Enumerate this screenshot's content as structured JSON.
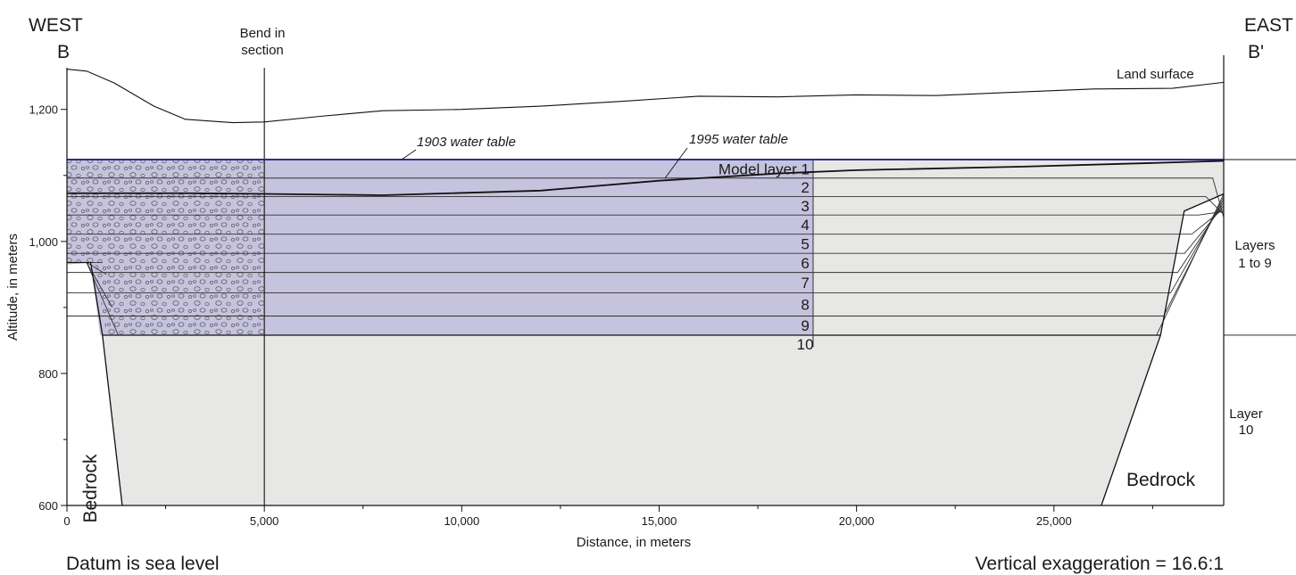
{
  "direction_labels": {
    "west": "WEST",
    "west_point": "B",
    "east": "EAST",
    "east_point": "B'"
  },
  "bend_label": [
    "Bend in",
    "section"
  ],
  "land_surface_label": "Land surface",
  "water_table_1903_label": "1903 water table",
  "water_table_1995_label": "1995 water table",
  "model_layer_labels": [
    "Model layer 1",
    "2",
    "3",
    "4",
    "5",
    "6",
    "7",
    "8",
    "9",
    "10"
  ],
  "layers_label": [
    "Layers",
    "1 to 9"
  ],
  "layer10_label": [
    "Layer",
    "10"
  ],
  "bedrock_label": "Bedrock",
  "y_axis": {
    "label": "Altitude, in meters",
    "range": [
      600,
      1280
    ],
    "ticks": [
      {
        "value": 600,
        "label": "600"
      },
      {
        "value": 800,
        "label": "800"
      },
      {
        "value": 1000,
        "label": "1,000"
      },
      {
        "value": 1200,
        "label": "1,200"
      }
    ],
    "minor_ticks": [
      700,
      900,
      1100
    ]
  },
  "x_axis": {
    "label": "Distance, in meters",
    "range": [
      0,
      29300
    ],
    "ticks": [
      {
        "value": 0,
        "label": "0"
      },
      {
        "value": 5000,
        "label": "5,000"
      },
      {
        "value": 10000,
        "label": "10,000"
      },
      {
        "value": 15000,
        "label": "15,000"
      },
      {
        "value": 20000,
        "label": "20,000"
      },
      {
        "value": 25000,
        "label": "25,000"
      }
    ],
    "minor_ticks": [
      2500,
      7500,
      12500,
      17500,
      22500,
      27500
    ]
  },
  "datum_note": "Datum is sea level",
  "exaggeration_note": "Vertical exaggeration = 16.6:1",
  "colors": {
    "active_fill": "#c6c3de",
    "inactive_fill": "#e7e8e6",
    "water_table_1903": "#2b2f8c",
    "line": "#1a1a1a"
  },
  "profiles": {
    "land_surface": [
      [
        0,
        1261
      ],
      [
        500,
        1258
      ],
      [
        1200,
        1240
      ],
      [
        2200,
        1205
      ],
      [
        3000,
        1185
      ],
      [
        4200,
        1180
      ],
      [
        5000,
        1181
      ],
      [
        6500,
        1190
      ],
      [
        8000,
        1198
      ],
      [
        10000,
        1200
      ],
      [
        12000,
        1205
      ],
      [
        14000,
        1212
      ],
      [
        16000,
        1220
      ],
      [
        18000,
        1219
      ],
      [
        20000,
        1222
      ],
      [
        22000,
        1221
      ],
      [
        24000,
        1226
      ],
      [
        26000,
        1231
      ],
      [
        28000,
        1232
      ],
      [
        29300,
        1241
      ]
    ],
    "water_table_1903": [
      [
        0,
        1124
      ],
      [
        29300,
        1124
      ]
    ],
    "water_table_1995": [
      [
        0,
        1073
      ],
      [
        3000,
        1073
      ],
      [
        5000,
        1072
      ],
      [
        8000,
        1070
      ],
      [
        12000,
        1077
      ],
      [
        15000,
        1092
      ],
      [
        18000,
        1103
      ],
      [
        20000,
        1108
      ],
      [
        24000,
        1113
      ],
      [
        27000,
        1118
      ],
      [
        29300,
        1122
      ]
    ],
    "layer_tops": [
      1124,
      1096,
      1068,
      1040,
      1011,
      982,
      953,
      922,
      887,
      858
    ]
  }
}
